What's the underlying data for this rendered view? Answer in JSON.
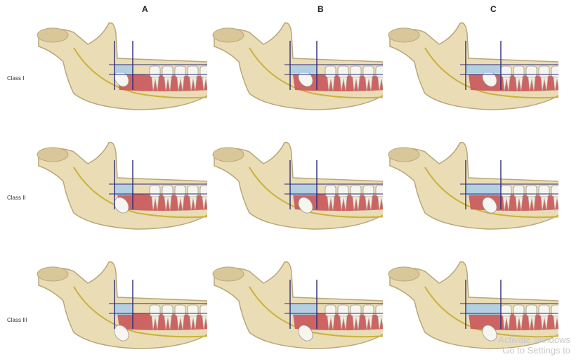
{
  "columns": [
    "A",
    "B",
    "C"
  ],
  "rows": [
    "Class I",
    "Class II",
    "Class III"
  ],
  "watermark": {
    "line1": "Activate Windows",
    "line2": "Go to Settings to"
  },
  "colors": {
    "bone": "#eadcb4",
    "bone_edge": "#b8a77a",
    "gum": "#c9575a",
    "tooth": "#f7f5ef",
    "space": "#a9cde8",
    "line": "#2b2a7a",
    "nerve": "#c9b23a"
  },
  "panels": [
    {
      "row": 0,
      "col": 0,
      "depth": "high",
      "offset": 0.15
    },
    {
      "row": 0,
      "col": 1,
      "depth": "high",
      "offset": 0.45
    },
    {
      "row": 0,
      "col": 2,
      "depth": "high",
      "offset": 0.75
    },
    {
      "row": 1,
      "col": 0,
      "depth": "mid",
      "offset": 0.15
    },
    {
      "row": 1,
      "col": 1,
      "depth": "mid",
      "offset": 0.45
    },
    {
      "row": 1,
      "col": 2,
      "depth": "mid",
      "offset": 0.75
    },
    {
      "row": 2,
      "col": 0,
      "depth": "low",
      "offset": 0.15
    },
    {
      "row": 2,
      "col": 1,
      "depth": "low",
      "offset": 0.45
    },
    {
      "row": 2,
      "col": 2,
      "depth": "low",
      "offset": 0.75
    }
  ]
}
